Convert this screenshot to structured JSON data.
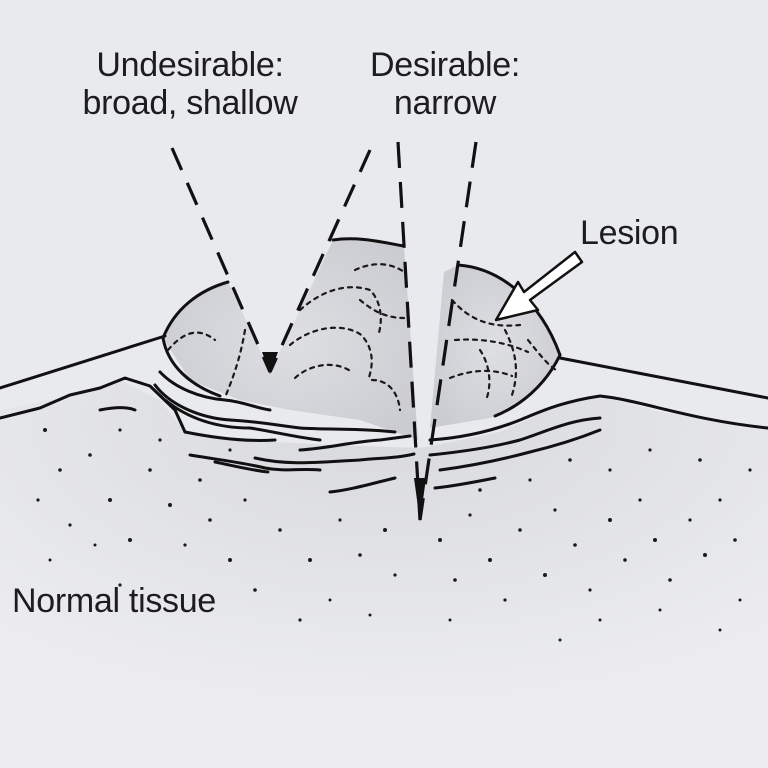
{
  "labels": {
    "undesirable_line1": "Undesirable:",
    "undesirable_line2": "broad, shallow",
    "desirable_line1": "Desirable:",
    "desirable_line2": "narrow",
    "lesion": "Lesion",
    "normal_tissue": "Normal tissue"
  },
  "colors": {
    "background": "#e9eaee",
    "lesion_fill": "#d9dade",
    "tissue_fill": "#e1e2e6",
    "ink": "#111111",
    "arrow_fill": "#ffffff"
  }
}
